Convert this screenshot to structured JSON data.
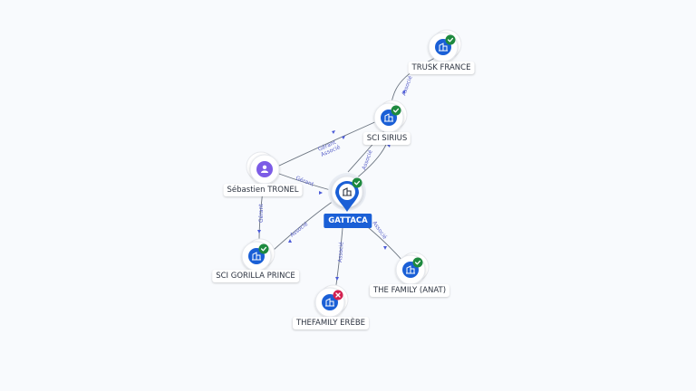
{
  "graph": {
    "main_node": "GATTACA",
    "nodes": {
      "trusk": {
        "label": "TRUSK FRANCE",
        "type": "company",
        "status": "active",
        "icon": "building-icon"
      },
      "sirius": {
        "label": "SCI SIRIUS",
        "type": "company",
        "status": "active",
        "icon": "building-icon"
      },
      "sebastien": {
        "label": "Sébastien TRONEL",
        "type": "person",
        "icon": "person-icon"
      },
      "gattaca": {
        "label": "GATTACA",
        "type": "company",
        "status": "active",
        "icon": "building-icon",
        "main": true
      },
      "gorilla": {
        "label": "SCI GORILLA PRINCE",
        "type": "company",
        "status": "active",
        "icon": "building-icon"
      },
      "thefamily_anat": {
        "label": "THE FAMILY (ANAT)",
        "type": "company",
        "status": "active",
        "icon": "building-icon"
      },
      "thefamily_erebe": {
        "label": "THEFAMILY ERÈBE",
        "type": "company",
        "status": "closed",
        "icon": "building-icon"
      }
    },
    "edges": {
      "sirius_trusk": {
        "from": "sirius",
        "to": "trusk",
        "labels": [
          "Associé"
        ]
      },
      "seb_sirius": {
        "from": "sebastien",
        "to": "sirius",
        "labels": [
          "Gérant",
          "Associé"
        ]
      },
      "seb_gattaca": {
        "from": "sebastien",
        "to": "gattaca",
        "labels": [
          "Gérant"
        ]
      },
      "gattaca_sirius": {
        "from": "gattaca",
        "to": "sirius",
        "labels": [
          "Associé"
        ]
      },
      "seb_gorilla": {
        "from": "sebastien",
        "to": "gorilla",
        "labels": [
          "Gérant"
        ]
      },
      "gattaca_gorilla": {
        "from": "gattaca",
        "to": "gorilla",
        "labels": [
          "Associé"
        ]
      },
      "gattaca_erebe": {
        "from": "gattaca",
        "to": "thefamily_erebe",
        "labels": [
          "Associé"
        ]
      },
      "gattaca_anat": {
        "from": "gattaca",
        "to": "thefamily_anat",
        "labels": [
          "Associé"
        ]
      }
    },
    "colors": {
      "icon": "#1a5fd6",
      "badge_active": "#1e8a3e",
      "badge_closed": "#d3204f",
      "person": "#7c5ce6",
      "edge_label": "#5b63c9"
    }
  }
}
